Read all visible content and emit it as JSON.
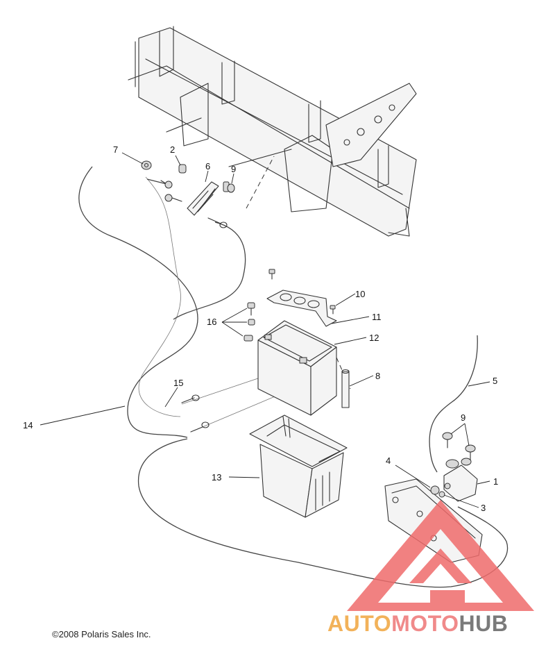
{
  "callouts": {
    "c1": "1",
    "c2": "2",
    "c3": "3",
    "c4": "4",
    "c5": "5",
    "c6": "6",
    "c7": "7",
    "c8": "8",
    "c9a": "9",
    "c9b": "9",
    "c10": "10",
    "c11": "11",
    "c12": "12",
    "c13": "13",
    "c14": "14",
    "c15": "15",
    "c16": "16"
  },
  "copyright": "©2008 Polaris Sales Inc.",
  "logo": {
    "word_1": "AUTO",
    "word_2": "MOTO",
    "word_3": "HUB",
    "colors": {
      "triangle": "#ef6b6b",
      "auto": "#f2b25a",
      "moto": "#f08a8a",
      "hub": "#7a7a7a"
    }
  }
}
